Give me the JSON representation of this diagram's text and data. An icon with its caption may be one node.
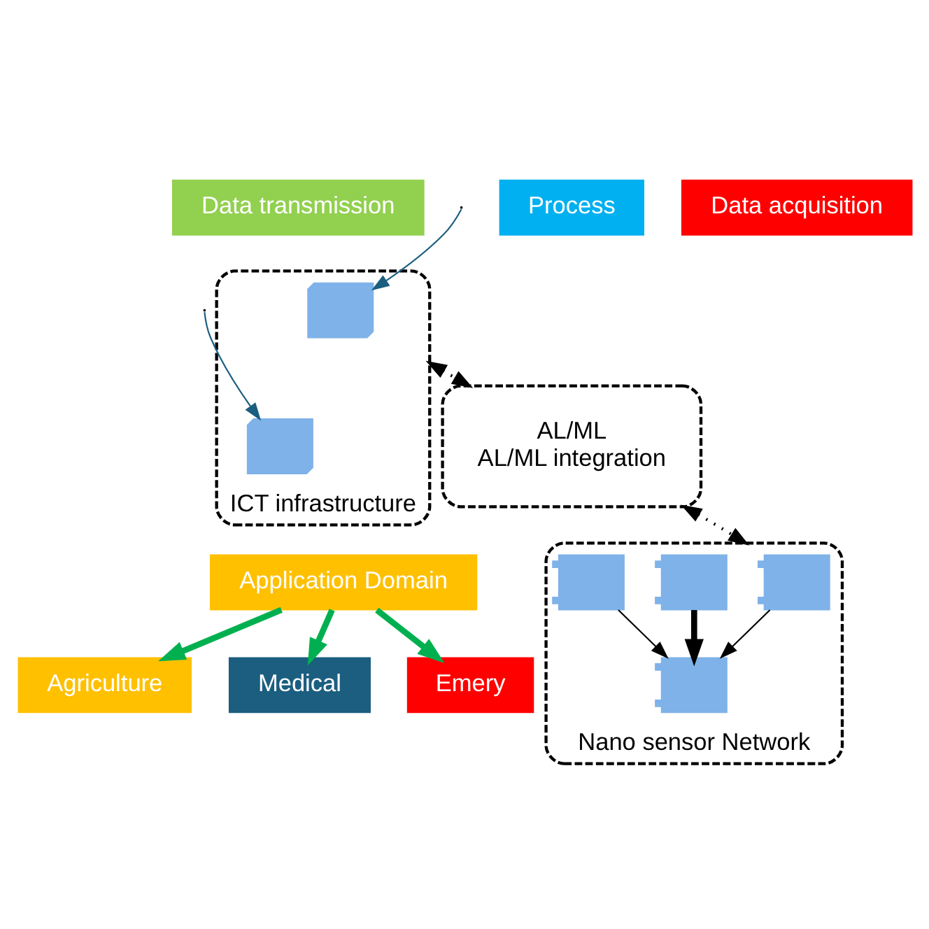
{
  "diagram": {
    "nodes": [
      {
        "text": [
          "Data transmission"
        ]
      },
      {
        "text": [
          "Process"
        ]
      },
      {
        "text": [
          "Data acquisition"
        ]
      },
      {
        "text": [
          "ICT infrastructure"
        ]
      },
      {
        "text": [],
        "shape": "computer",
        "in": 3
      },
      {
        "text": [],
        "shape": "computer",
        "in": 3
      },
      {
        "text": [
          "AL/ML",
          "AL/ML integration"
        ]
      },
      {
        "text": [
          "Nano sensor Network"
        ]
      },
      {
        "text": [],
        "shape": "chip",
        "in": 7
      },
      {
        "text": [],
        "shape": "chip",
        "in": 7
      },
      {
        "text": [],
        "shape": "chip",
        "in": 7
      },
      {
        "text": [],
        "shape": "chip",
        "in": 7
      },
      {
        "text": [
          "Application Domain"
        ]
      },
      {
        "text": [
          "Agriculture"
        ]
      },
      {
        "text": [
          "Medical"
        ]
      },
      {
        "text": [
          "Emery"
        ]
      }
    ],
    "edges": [
      {
        "from": null,
        "to": 4,
        "arrow": "to",
        "color": "#1b5e80"
      },
      {
        "from": null,
        "to": 5,
        "arrow": "to",
        "color": "#1b5e80"
      },
      {
        "from": 3,
        "to": 6,
        "arrow": "both",
        "style": "dashed"
      },
      {
        "from": 6,
        "to": 7,
        "arrow": "both",
        "style": "dashed"
      },
      {
        "from": 9,
        "to": 10,
        "arrow": "to",
        "style": "thick"
      },
      {
        "from": 8,
        "to": 10,
        "arrow": "to"
      },
      {
        "from": 11,
        "to": 10,
        "arrow": "to"
      },
      {
        "from": 12,
        "to": 13,
        "arrow": "to",
        "style": "thick",
        "color": "#00b050"
      },
      {
        "from": 12,
        "to": 14,
        "arrow": "to",
        "style": "thick",
        "color": "#00b050"
      },
      {
        "from": 12,
        "to": 15,
        "arrow": "to",
        "style": "thick",
        "color": "#00b050"
      }
    ]
  }
}
